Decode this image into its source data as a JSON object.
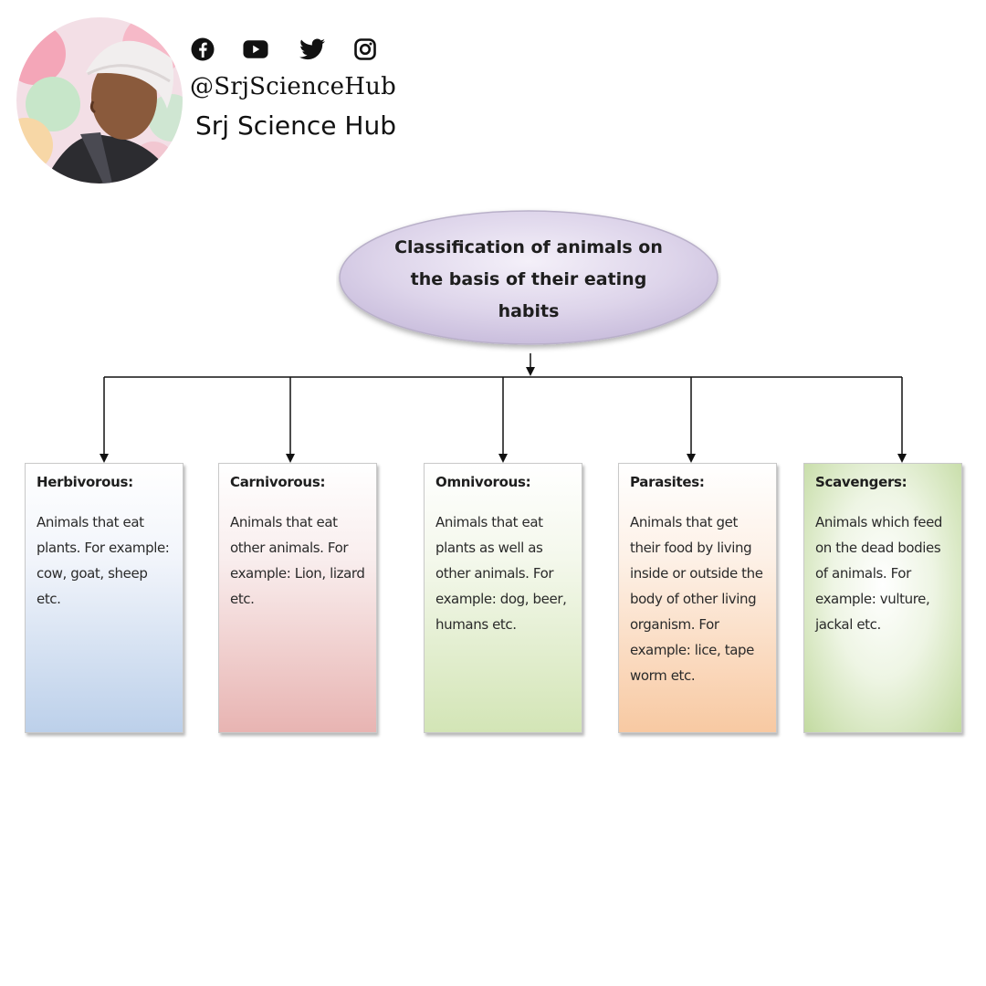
{
  "header": {
    "handle": "@SrjScienceHub",
    "brand_name": "Srj Science Hub",
    "social_icons": [
      "facebook-icon",
      "youtube-icon",
      "twitter-icon",
      "instagram-icon"
    ]
  },
  "diagram": {
    "root": "Classification of animals on the basis of their eating habits",
    "categories": [
      {
        "title": "Herbivorous:",
        "description": "Animals that eat plants. For example: cow, goat, sheep etc."
      },
      {
        "title": "Carnivorous:",
        "description": "Animals that eat other animals. For example: Lion, lizard etc."
      },
      {
        "title": "Omnivorous:",
        "description": "Animals that eat plants as well as other animals. For example: dog, beer, humans etc."
      },
      {
        "title": "Parasites:",
        "description": "Animals that get their food by living inside or outside the body of other living organism. For example: lice, tape worm etc."
      },
      {
        "title": "Scavengers:",
        "description": "Animals which feed on the dead bodies of animals. For example: vulture, jackal etc."
      }
    ]
  },
  "colors": {
    "root_fill": "#ddd4ea",
    "root_border": "#b9b0c9",
    "herbivorous": "#bcd0ea",
    "carnivorous": "#e8b4b2",
    "omnivorous": "#d3e5b6",
    "parasites": "#f8c9a2",
    "scavengers": "#c2daa0"
  }
}
